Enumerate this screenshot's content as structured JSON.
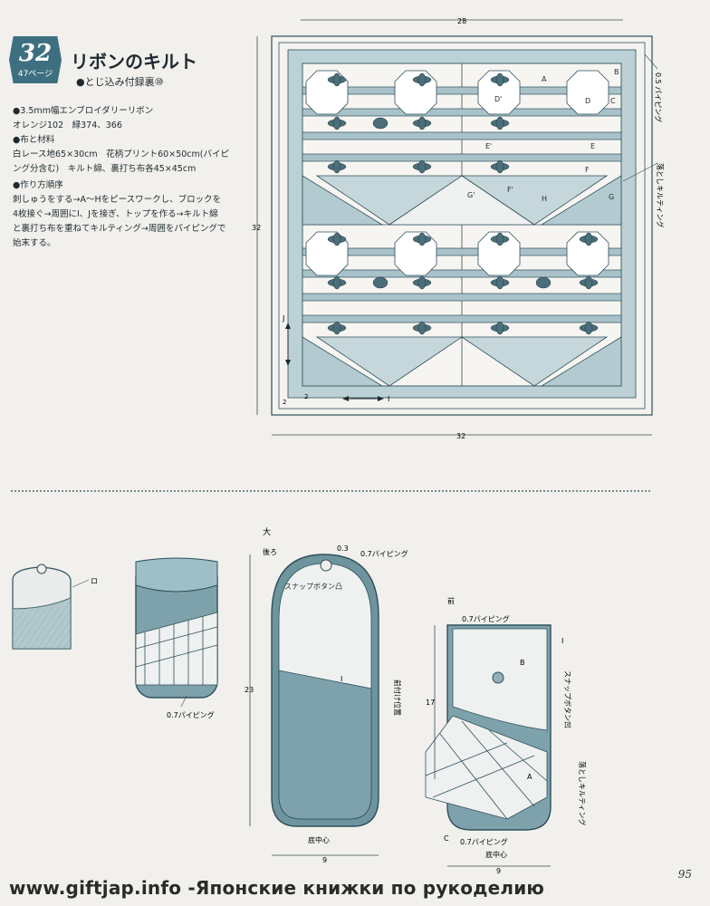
{
  "header": {
    "number": "32",
    "ref_page": "47ページ",
    "title": "リボンのキルト",
    "subtitle": "●とじ込み付録裏⑩"
  },
  "materials": {
    "line1": "●3.5mm幅エンブロイダリーリボン",
    "line2": "オレンジ102　緑374、366",
    "line3": "●布と材料",
    "line4": "白レース地65×30cm　花柄プリント60×50cm(バイピ",
    "line5": "ング分含む)　キルト綿、裏打ち布各45×45cm",
    "line6": "●作り方順序",
    "line7": "刺しゅうをする→A～Hをピースワークし、ブロックを",
    "line8": "4枚接ぐ→周囲にI、Jを接ぎ、トップを作る→キルト綿",
    "line9": "と裏打ち布を重ねてキルティング→周囲をパイピングで",
    "line10": "始末する。"
  },
  "quilt_labels": {
    "dim_top": "28",
    "dim_bottom": "32",
    "dim_side": "32",
    "piping": "0.5 パイピング",
    "quilting": "落としキルティング",
    "margin_2a": "2",
    "margin_2b": "2",
    "label_j": "J",
    "label_i": "I",
    "a": "A",
    "b": "B",
    "c": "C",
    "d": "D",
    "e": "E",
    "f": "F",
    "g": "G",
    "h": "H",
    "d_prime": "D'",
    "e_prime": "E'",
    "f_prime": "F'",
    "g_prime": "G'"
  },
  "case_labels": {
    "ro": "ロ",
    "piping_small": "0.7パイピング",
    "dai": "大",
    "back": "後ろ",
    "dim_03": "0.3",
    "piping_back": "0.7パイピング",
    "snap_back": "スナップボタン凸",
    "front_position": "前付け位置",
    "dim_23": "23",
    "label_i_back": "I",
    "bottom_center_back": "底中心",
    "dim_9_back": "9",
    "front": "前",
    "piping_front": "0.7パイピング",
    "label_i_front": "I",
    "label_b": "B",
    "snap_front": "スナップボタン凹",
    "dim_17": "17",
    "label_a": "A",
    "quilting_front": "落としキルティング",
    "label_c": "C",
    "piping_front_bottom": "0.7パイピング",
    "bottom_center_front": "底中心",
    "dim_9_front": "9"
  },
  "footer": {
    "url": "www.giftjap.info -Японские книжки по рукоделию",
    "page": "95"
  },
  "colors": {
    "fabric": "#5d8a97",
    "fabric_light": "#9fbfc7",
    "line": "#2f4f5b",
    "paper": "#f1f0ec"
  }
}
